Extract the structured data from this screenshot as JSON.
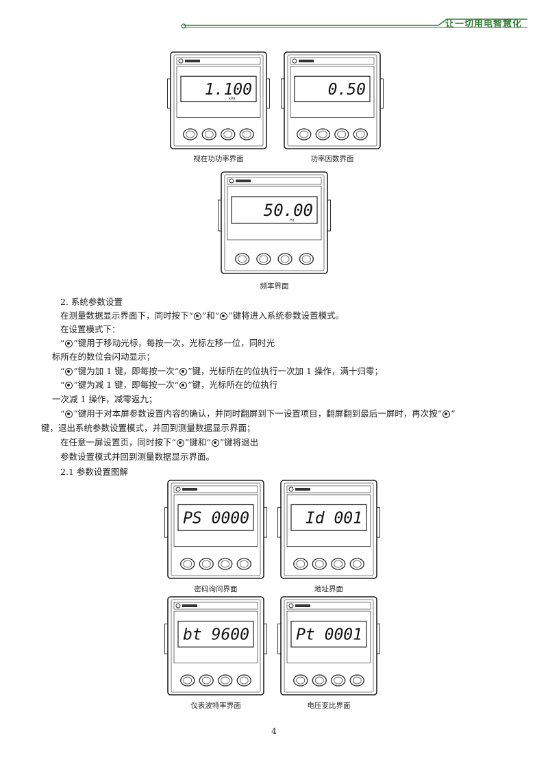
{
  "header": {
    "slogan": "让一切用电智慧化",
    "accent_color": "#2e7d32"
  },
  "meters": [
    {
      "id": "meter-apparent-power",
      "display": "1.100",
      "unit": "kVA",
      "caption": "视在功功率界面"
    },
    {
      "id": "meter-power-factor",
      "display": "0.50",
      "unit": "",
      "caption": "功率因数界面"
    },
    {
      "id": "meter-frequency",
      "display": "50.00",
      "unit": "Hz",
      "caption": "频率界面"
    },
    {
      "id": "meter-password",
      "display": "PS   0000",
      "unit": "",
      "caption": "密码询问界面"
    },
    {
      "id": "meter-address",
      "display": "Id   001",
      "unit": "",
      "caption": "地址界面"
    },
    {
      "id": "meter-baud",
      "display": "bt   9600",
      "unit": "",
      "caption": "仪表波特率界面"
    },
    {
      "id": "meter-pt",
      "display": "Pt   0001",
      "unit": "",
      "caption": "电压变比界面"
    }
  ],
  "body": {
    "section_title": "2. 系统参数设置",
    "p1": "在测量数据显示界面下，同时按下“",
    "p1_mid": "”和“",
    "p1_end": "”键将进入系统参数设置模式。",
    "p2": "在设置模式下：",
    "p3a": "“",
    "p3b": "”键用于移动光标，每按一次，光标左移一位，同时光",
    "p4": "标所在的数位会闪动显示；",
    "p5a": "“",
    "p5b": "”键为加 1 键，即每按一次“",
    "p5c": "”键，光标所在的位执行一次加 1 操作，满十归零；",
    "p6a": "“",
    "p6b": "”键为减 1 键，即每按一次“",
    "p6c": "”键，光标所在的位执行",
    "p7": "一次减 1 操作，减零返九；",
    "p8a": "“",
    "p8b": "”键用于对本屏参数设置内容的确认，并同时翻屏到下一设置项目，翻屏翻到最后一屏时，再次按“",
    "p8c": "”",
    "p9": "键，退出系统参数设置模式，并回到测量数据显示界面；",
    "p10a": "在任意一屏设置页，同时按下“",
    "p10b": "”键和“",
    "p10c": "”键将退出",
    "p11": "参数设置模式并回到测量数据显示界面。",
    "subsection": "2.1  参数设置图解"
  },
  "page_number": "4"
}
